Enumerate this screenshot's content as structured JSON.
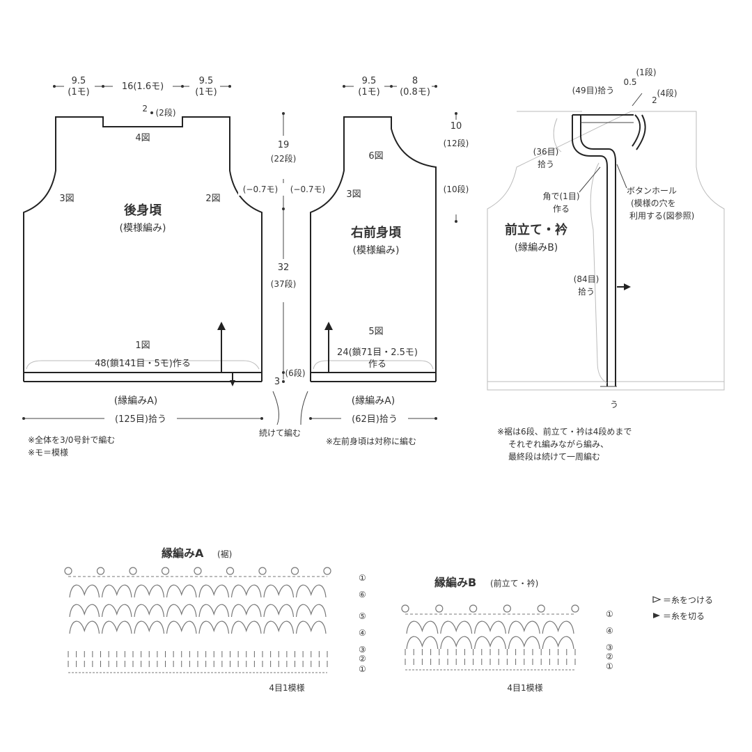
{
  "back": {
    "dims_top": [
      "9.5",
      "(1モ)",
      "16(1.6モ)",
      "9.5",
      "(1モ)"
    ],
    "neck_rows": "2",
    "neck_rows_unit": "(2段)",
    "neck_marks": [
      "4図",
      "3図",
      "2図",
      "1図"
    ],
    "title": "後身頃",
    "subtitle": "(模様編み)",
    "cast_on": "48(鎖141目・5モ)作る",
    "edge": "(縁編みA)",
    "pickup": "(125目)拾う",
    "notes": [
      "※全体を3/0号針で編む",
      "※モ＝模様"
    ]
  },
  "center": {
    "armhole": "19",
    "armhole_rows": "(22段)",
    "dec_left": "(−0.7モ)",
    "dec_right": "(−0.7モ)",
    "body": "32",
    "body_rows": "(37段)",
    "edge": "3",
    "edge_rows": "(6段)",
    "continue": "続けて編む"
  },
  "front": {
    "dims_top": [
      "9.5",
      "(1モ)",
      "8",
      "(0.8モ)"
    ],
    "marks": [
      "6図",
      "3図",
      "5図"
    ],
    "neck": "10",
    "neck_rows_a": "(12段)",
    "neck_rows_b": "(10段)",
    "title": "右前身頃",
    "subtitle": "(模様編み)",
    "cast_on": "24(鎖71目・2.5モ)",
    "cast_on_2": "作る",
    "edge": "(縁編みA)",
    "pickup": "(62目)拾う",
    "note": "※左前身頃は対称に編む"
  },
  "band": {
    "top_pick": "(49目)拾う",
    "dim_a": "0.5",
    "dim_a_rows": "(1段)",
    "dim_b": "2",
    "dim_b_rows": "(4段)",
    "neck_pick": "(36目)",
    "neck_pick_2": "拾う",
    "corner": "角で(1目)",
    "corner_2": "作る",
    "button_hole": "ボタンホール",
    "button_hole_2": "(模様の穴を",
    "button_hole_3": "利用する(図参照)",
    "title": "前立て・衿",
    "subtitle": "(縁編みB)",
    "front_pick": "(84目)",
    "front_pick_2": "拾う",
    "small_mark": "う",
    "notes": [
      "※裾は6段、前立て・衿は4段めまで",
      "それぞれ編みながら編み、",
      "最終段は続けて一周編む"
    ]
  },
  "chart_a": {
    "title": "縁編みA",
    "title_sub": "(裾)",
    "rows": [
      "①",
      "⑥",
      "⑤",
      "④",
      "③",
      "②",
      "①"
    ],
    "repeat": "4目1模様"
  },
  "chart_b": {
    "title": "縁編みB",
    "title_sub": "(前立て・衿)",
    "rows": [
      "①",
      "④",
      "③",
      "②",
      "①"
    ],
    "repeat": "4目1模様"
  },
  "legend": {
    "attach": "＝糸をつける",
    "cut": "＝糸を切る"
  },
  "colors": {
    "line": "#222222",
    "text": "#333333",
    "faint": "#bbbbbb"
  }
}
